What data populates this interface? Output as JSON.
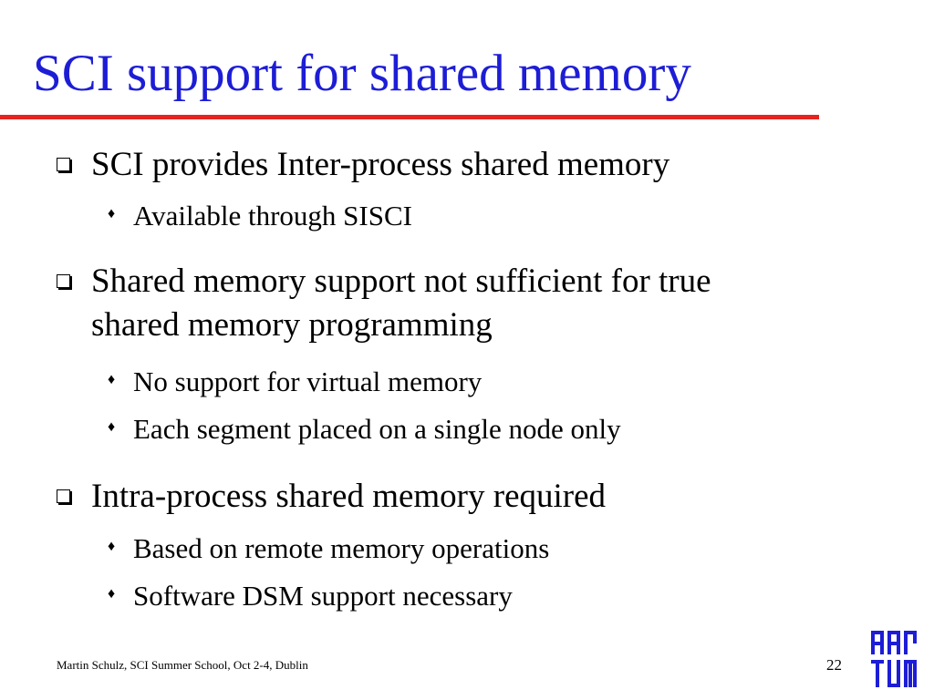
{
  "slide": {
    "title": "SCI support for shared memory",
    "bullets": [
      {
        "text": "SCI provides Inter-process shared memory",
        "sub": [
          "Available through SISCI"
        ]
      },
      {
        "text": "Shared memory support not sufficient for true shared memory programming",
        "sub": [
          "No support for virtual memory",
          "Each segment placed on a single node only"
        ]
      },
      {
        "text": "Intra-process shared memory required",
        "sub": [
          "Based on remote memory operations",
          "Software DSM support necessary"
        ]
      }
    ],
    "footer": "Martin Schulz, SCI Summer School, Oct 2-4, Dublin",
    "page_number": "22",
    "logo_icon": "tum-logo-icon",
    "colors": {
      "title": "#1d1dd6",
      "title_rule": "#e8231f",
      "logo": "#1d1dd6"
    }
  }
}
